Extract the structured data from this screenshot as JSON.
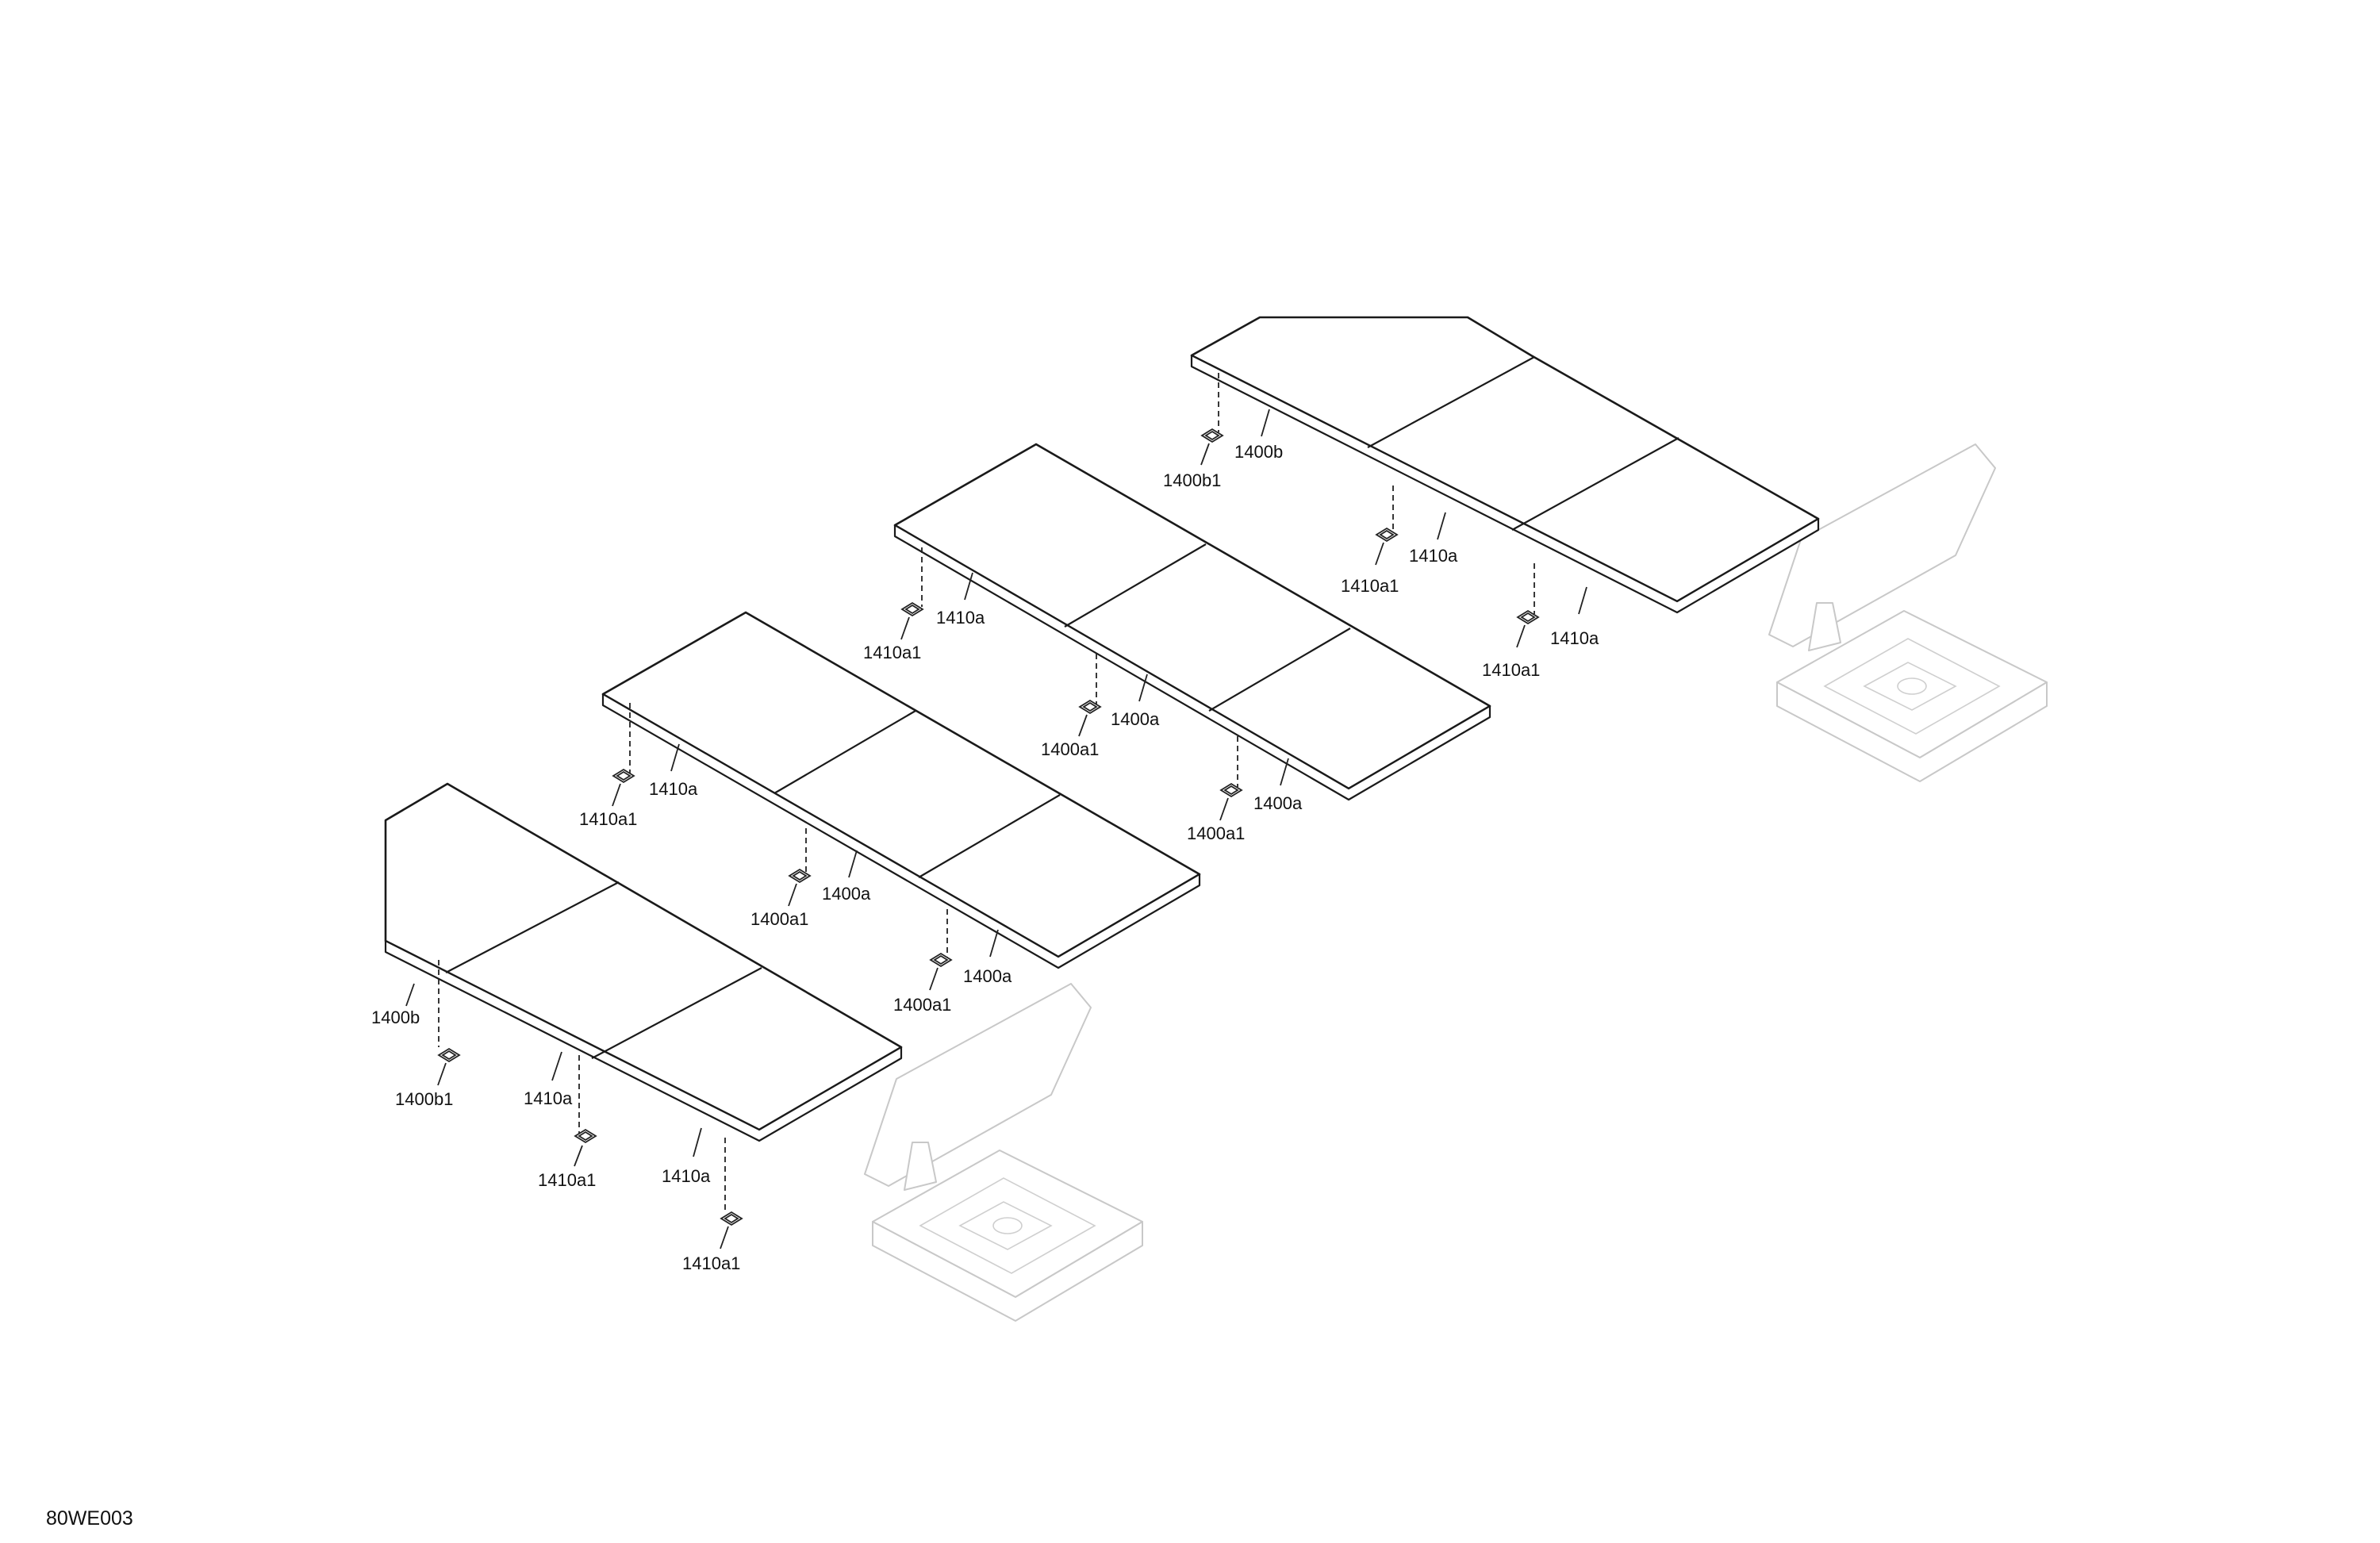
{
  "figure_id": "80WE003",
  "callouts": [
    {
      "id": "c1",
      "text": "1400b"
    },
    {
      "id": "c2",
      "text": "1400b1"
    },
    {
      "id": "c3",
      "text": "1410a"
    },
    {
      "id": "c4",
      "text": "1410a1"
    },
    {
      "id": "c5",
      "text": "1410a"
    },
    {
      "id": "c6",
      "text": "1410a1"
    },
    {
      "id": "c7",
      "text": "1410a"
    },
    {
      "id": "c8",
      "text": "1410a1"
    },
    {
      "id": "c9",
      "text": "1400a"
    },
    {
      "id": "c10",
      "text": "1400a1"
    },
    {
      "id": "c11",
      "text": "1400a"
    },
    {
      "id": "c12",
      "text": "1400a1"
    },
    {
      "id": "c13",
      "text": "1410a"
    },
    {
      "id": "c14",
      "text": "1410a1"
    },
    {
      "id": "c15",
      "text": "1400a"
    },
    {
      "id": "c16",
      "text": "1400a1"
    },
    {
      "id": "c17",
      "text": "1400a"
    },
    {
      "id": "c18",
      "text": "1400a1"
    },
    {
      "id": "c19",
      "text": "1400b"
    },
    {
      "id": "c20",
      "text": "1400b1"
    },
    {
      "id": "c21",
      "text": "1410a"
    },
    {
      "id": "c22",
      "text": "1410a1"
    },
    {
      "id": "c23",
      "text": "1410a"
    },
    {
      "id": "c24",
      "text": "1410a1"
    }
  ],
  "icons": [
    "floor-panel-icon",
    "clip-icon",
    "seat-base-icon"
  ]
}
